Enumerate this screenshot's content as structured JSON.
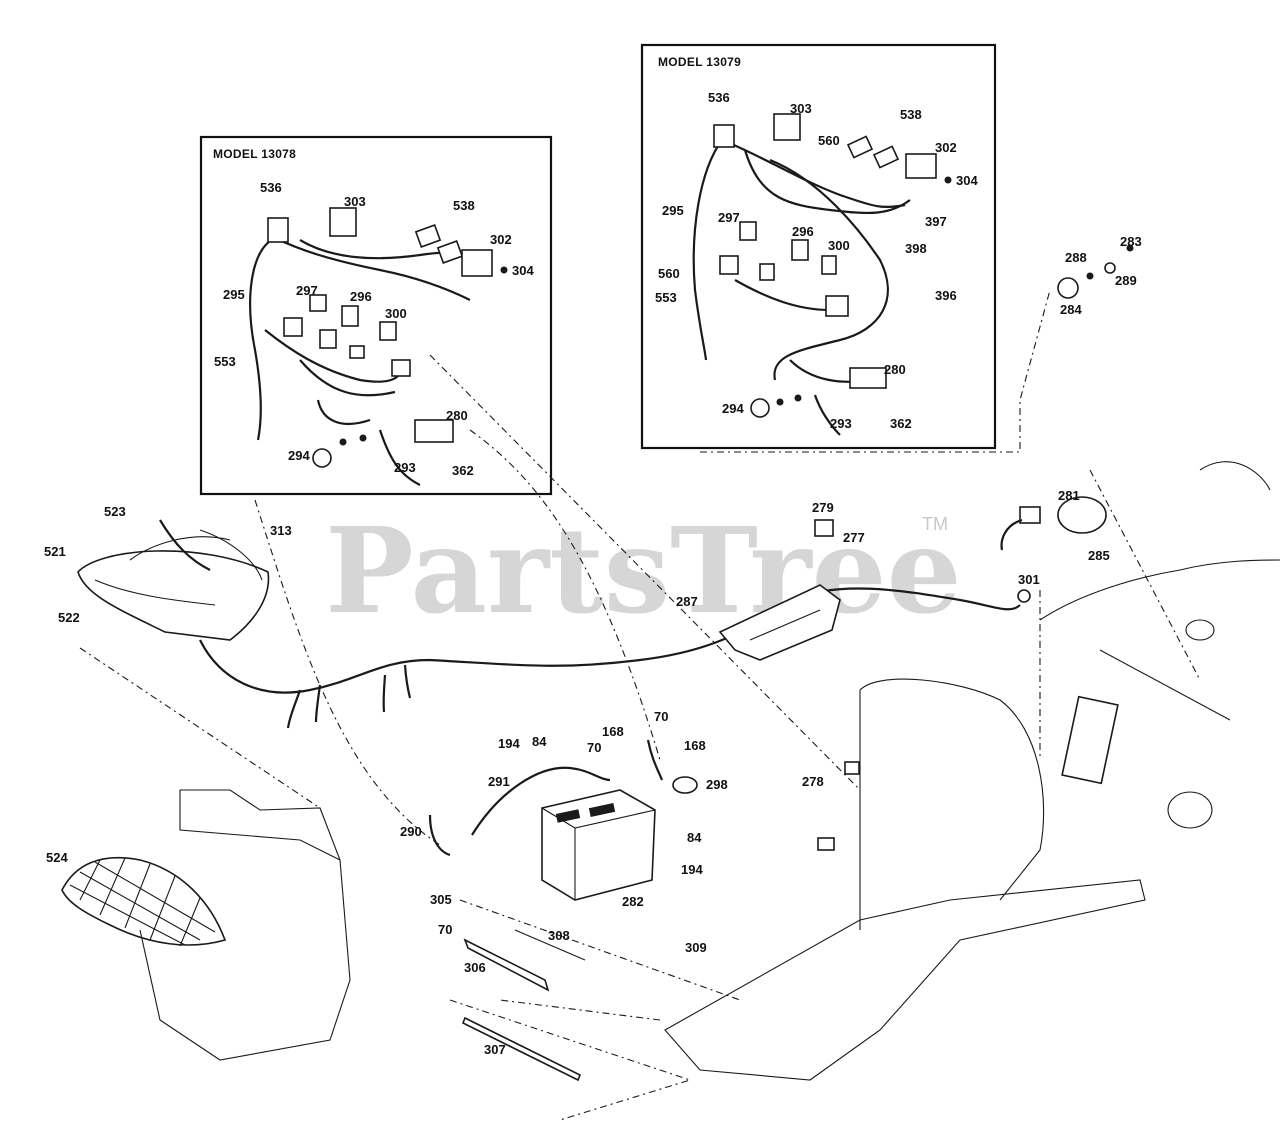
{
  "watermark": {
    "brand": "PartsTree",
    "tm": "TM"
  },
  "insets": [
    {
      "id": "13078",
      "title": "MODEL 13078"
    },
    {
      "id": "13079",
      "title": "MODEL 13079"
    }
  ],
  "callouts": {
    "a536": "536",
    "a303": "303",
    "a538": "538",
    "a302": "302",
    "a304": "304",
    "a295": "295",
    "a297": "297",
    "a296": "296",
    "a300": "300",
    "a553": "553",
    "a280": "280",
    "a294": "294",
    "a293": "293",
    "a362": "362",
    "b536": "536",
    "b303": "303",
    "b560": "560",
    "b538": "538",
    "b302": "302",
    "b304": "304",
    "b295": "295",
    "b297": "297",
    "b296": "296",
    "b300": "300",
    "b397": "397",
    "b398": "398",
    "b560b": "560",
    "b553": "553",
    "b396": "396",
    "b280": "280",
    "b294": "294",
    "b293": "293",
    "b362": "362",
    "c288": "288",
    "c283": "283",
    "c289": "289",
    "c284": "284",
    "c279": "279",
    "c277": "277",
    "c281": "281",
    "c285": "285",
    "c301": "301",
    "c287": "287",
    "c523": "523",
    "c313": "313",
    "c521": "521",
    "c522": "522",
    "c194a": "194",
    "c84a": "84",
    "c70a": "70",
    "c168a": "168",
    "c70b": "70",
    "c168b": "168",
    "c298": "298",
    "c291": "291",
    "c278": "278",
    "c290": "290",
    "c84b": "84",
    "c194b": "194",
    "c282": "282",
    "c524": "524",
    "c305": "305",
    "c70c": "70",
    "c308": "308",
    "c306": "306",
    "c309": "309",
    "c307": "307"
  }
}
